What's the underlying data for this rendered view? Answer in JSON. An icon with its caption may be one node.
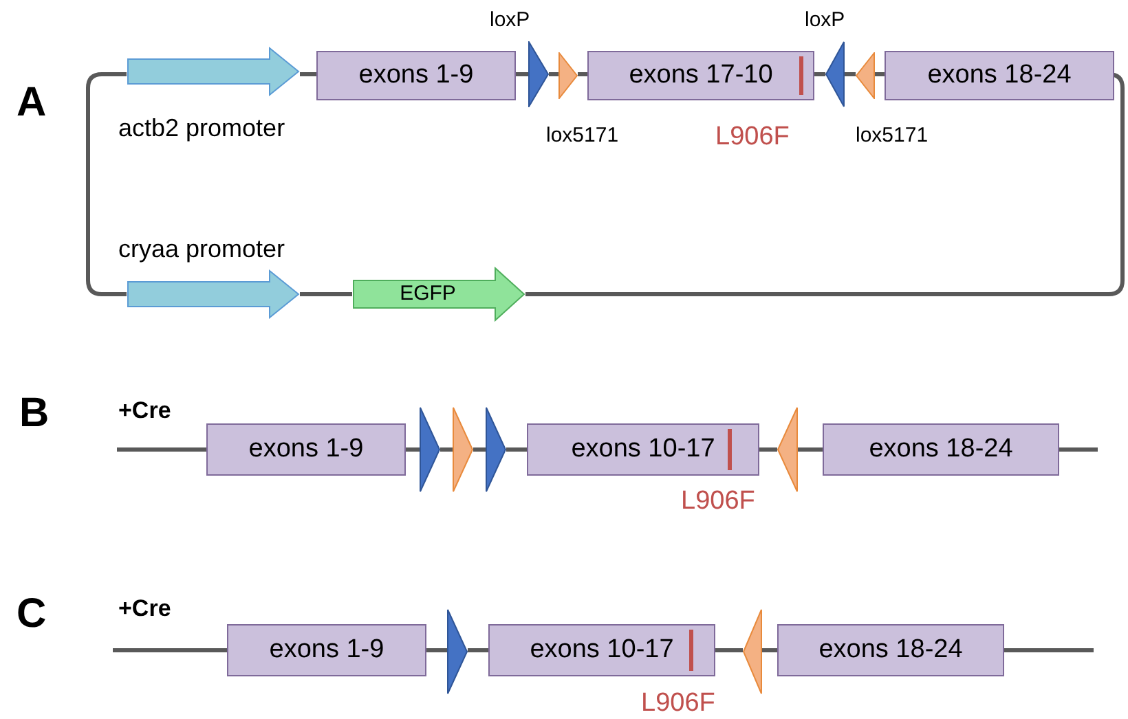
{
  "diagram": {
    "nodes": [
      {
        "text": [],
        "shape": "arrow",
        "beside": [
          "actb2 promoter"
        ]
      },
      {
        "text": [
          "exons 1-9"
        ]
      },
      {
        "text": [],
        "shape": "triangle",
        "beside": [
          "loxP"
        ]
      },
      {
        "text": [],
        "shape": "triangle",
        "beside": [
          "lox5171"
        ]
      },
      {
        "text": [
          "exons 17-10"
        ],
        "beside": [
          "L906F"
        ]
      },
      {
        "text": [],
        "shape": "triangle",
        "beside": [
          "loxP"
        ]
      },
      {
        "text": [],
        "shape": "triangle",
        "beside": [
          "lox5171"
        ]
      },
      {
        "text": [
          "exons 18-24"
        ]
      },
      {
        "text": [],
        "shape": "arrow",
        "beside": [
          "cryaa promoter"
        ]
      },
      {
        "text": [
          "EGFP"
        ]
      },
      {
        "text": [
          "exons 1-9"
        ]
      },
      {
        "text": [],
        "shape": "triangle"
      },
      {
        "text": [],
        "shape": "triangle"
      },
      {
        "text": [],
        "shape": "triangle"
      },
      {
        "text": [
          "exons 10-17"
        ],
        "beside": [
          "L906F"
        ]
      },
      {
        "text": [],
        "shape": "triangle"
      },
      {
        "text": [
          "exons 18-24"
        ]
      },
      {
        "text": [
          "exons 1-9"
        ]
      },
      {
        "text": [],
        "shape": "triangle"
      },
      {
        "text": [
          "exons 10-17"
        ],
        "beside": [
          "L906F"
        ]
      },
      {
        "text": [],
        "shape": "triangle"
      },
      {
        "text": [
          "exons 18-24"
        ]
      }
    ],
    "edges": [
      {
        "from": 0,
        "to": 1,
        "arrow": "none"
      },
      {
        "from": 1,
        "to": 2,
        "arrow": "none"
      },
      {
        "from": 2,
        "to": 3,
        "arrow": "none"
      },
      {
        "from": 3,
        "to": 4,
        "arrow": "none"
      },
      {
        "from": 4,
        "to": 5,
        "arrow": "none"
      },
      {
        "from": 5,
        "to": 6,
        "arrow": "none"
      },
      {
        "from": 6,
        "to": 7,
        "arrow": "none"
      },
      {
        "from": 7,
        "to": 9,
        "arrow": "none"
      },
      {
        "from": 8,
        "to": 9,
        "arrow": "none"
      },
      {
        "from": 0,
        "to": 8,
        "arrow": "none"
      },
      {
        "from": null,
        "to": 10,
        "arrow": "none"
      },
      {
        "from": 10,
        "to": 11,
        "arrow": "none"
      },
      {
        "from": 11,
        "to": 12,
        "arrow": "none"
      },
      {
        "from": 12,
        "to": 13,
        "arrow": "none"
      },
      {
        "from": 13,
        "to": 14,
        "arrow": "none"
      },
      {
        "from": 14,
        "to": 15,
        "arrow": "none"
      },
      {
        "from": 15,
        "to": 16,
        "arrow": "none"
      },
      {
        "from": 16,
        "to": null,
        "arrow": "none"
      },
      {
        "from": null,
        "to": 17,
        "arrow": "none"
      },
      {
        "from": 17,
        "to": 18,
        "arrow": "none"
      },
      {
        "from": 18,
        "to": 19,
        "arrow": "none"
      },
      {
        "from": 19,
        "to": 20,
        "arrow": "none"
      },
      {
        "from": 20,
        "to": 21,
        "arrow": "none"
      },
      {
        "from": 21,
        "to": null,
        "arrow": "none"
      }
    ],
    "labels": [
      "A",
      "B",
      "+Cre",
      "C",
      "+Cre"
    ]
  }
}
